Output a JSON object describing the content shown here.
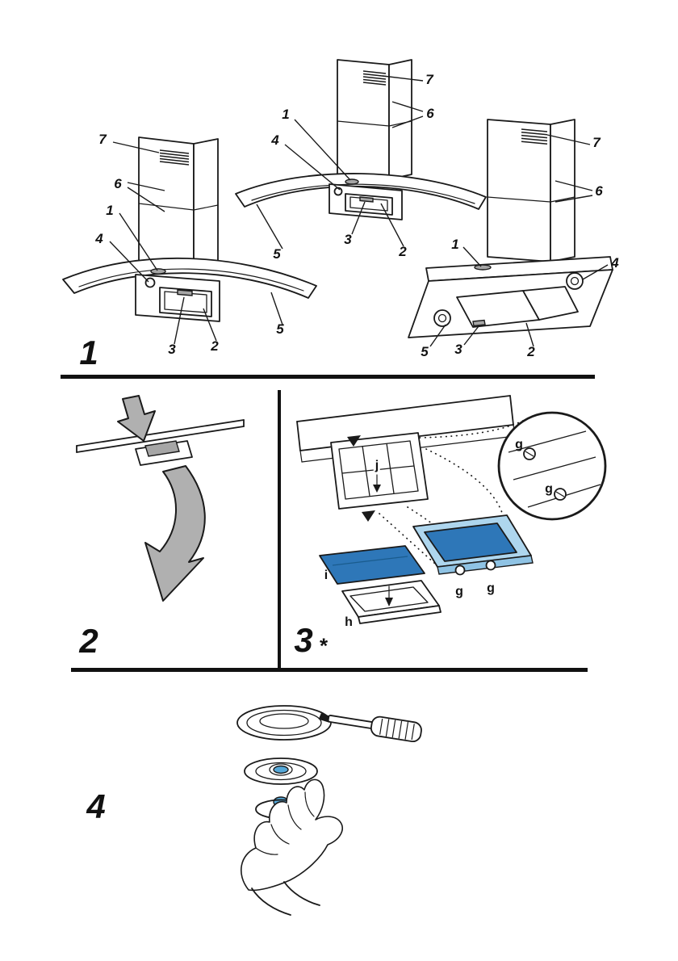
{
  "colors": {
    "background": "#ffffff",
    "outline": "#1a1a1a",
    "filter_blue": "#2e77b8",
    "filter_frame_light_blue": "#aed6ee",
    "filter_edge_blue": "#8fc3e4",
    "arrow_grey": "#b0b0b0",
    "latch_grey": "#a6a6a6",
    "bulb_blue": "#55a8d8"
  },
  "panel_numbers": {
    "p1": "1",
    "p2": "2",
    "p3": "3",
    "p3_star": "*",
    "p4": "4"
  },
  "callouts": {
    "hood_left": [
      "7",
      "6",
      "1",
      "4",
      "3",
      "2",
      "5"
    ],
    "hood_middle": [
      "1",
      "4",
      "7",
      "6",
      "5",
      "3",
      "2"
    ],
    "hood_right": [
      "7",
      "6",
      "1",
      "4",
      "5",
      "3",
      "2"
    ],
    "filters": [
      "j",
      "g",
      "g",
      "i",
      "g",
      "g",
      "h"
    ]
  }
}
